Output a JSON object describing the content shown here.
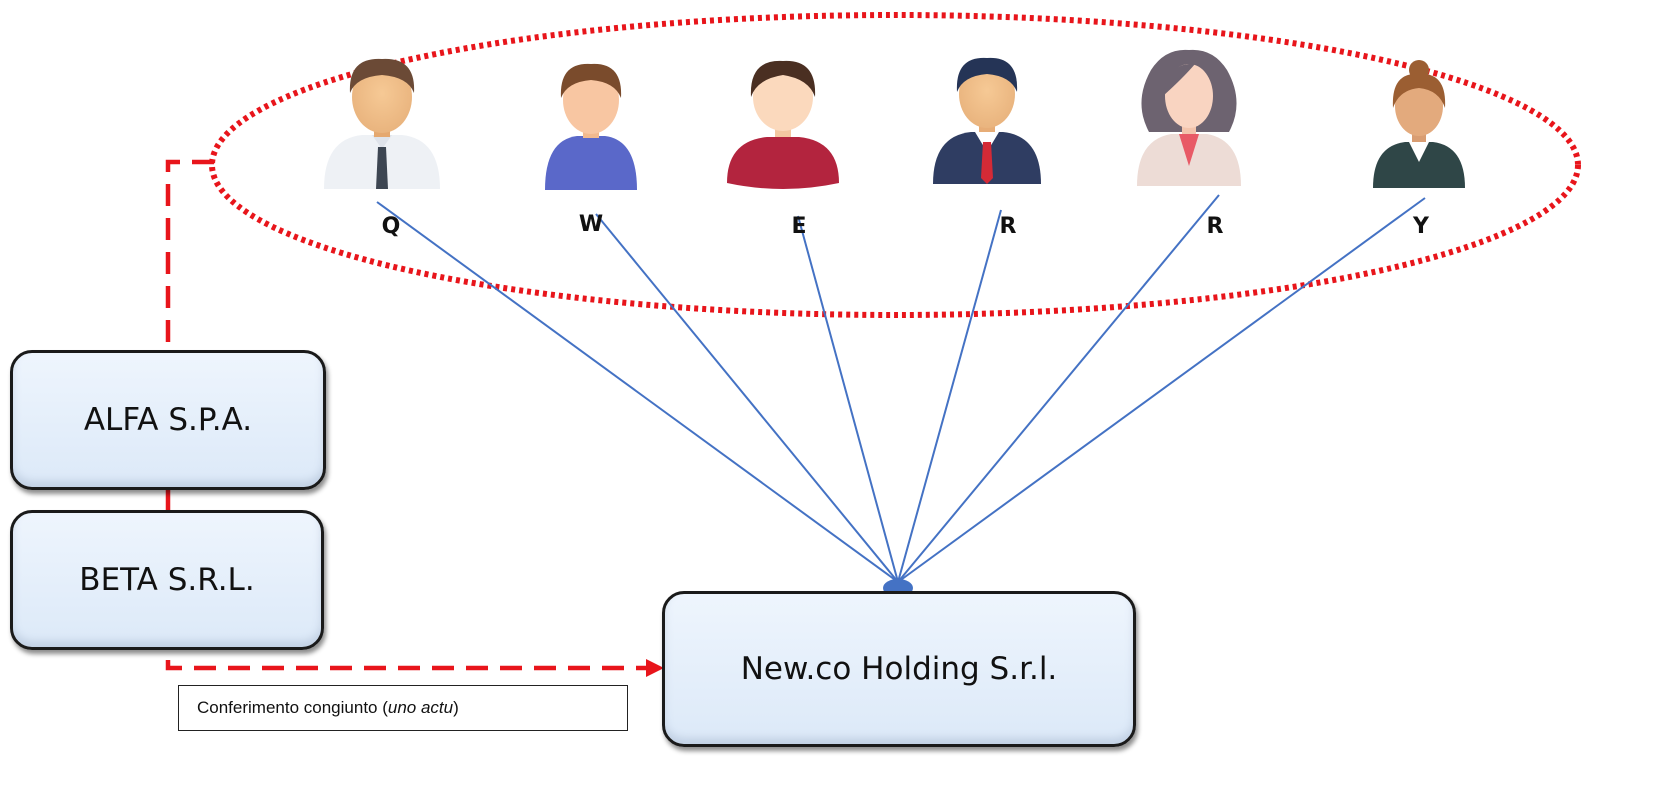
{
  "diagram": {
    "group_members": [
      {
        "label": "Q",
        "icon": "man-white-shirt-tie-icon"
      },
      {
        "label": "W",
        "icon": "man-blue-sweater-icon"
      },
      {
        "label": "E",
        "icon": "man-red-sweater-icon"
      },
      {
        "label": "R",
        "icon": "man-suit-red-tie-icon"
      },
      {
        "label": "R",
        "icon": "woman-long-hair-icon"
      },
      {
        "label": "Y",
        "icon": "woman-bun-hair-icon"
      }
    ],
    "companies": {
      "alfa": "ALFA S.P.A.",
      "beta": "BETA S.R.L.",
      "holding": "New.co Holding S.r.l."
    },
    "contribution_caption": {
      "prefix": "Conferimento congiunto (",
      "italic": "uno actu",
      "suffix": ")"
    },
    "colors": {
      "group_outline": "#e8151b",
      "contribution_arrow": "#e8151b",
      "ownership_lines": "#4472c4",
      "box_fill": "#e3eefa",
      "box_border": "#1a1a1a"
    }
  }
}
